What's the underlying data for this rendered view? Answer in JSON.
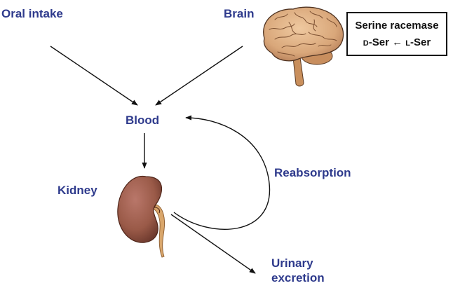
{
  "labels": {
    "oral_intake": "Oral intake",
    "brain": "Brain",
    "blood": "Blood",
    "kidney": "Kidney",
    "reabsorption": "Reabsorption",
    "urinary_excretion": "Urinary excretion"
  },
  "enzyme_box": {
    "title": "Serine racemase",
    "product_prefix": "D",
    "product_rest": "-Ser",
    "arrow": "←",
    "substrate_prefix": "L",
    "substrate_rest": "-Ser"
  },
  "colors": {
    "label_text": "#2e3a8c",
    "arrow": "#111111",
    "kidney_fill": "#9a5a48",
    "ureter_fill": "#d9a66b",
    "brain_fill": "#d9a77a",
    "brainstem_fill": "#c98f5c"
  },
  "icons": [
    "brain-illustration",
    "kidney-illustration"
  ]
}
